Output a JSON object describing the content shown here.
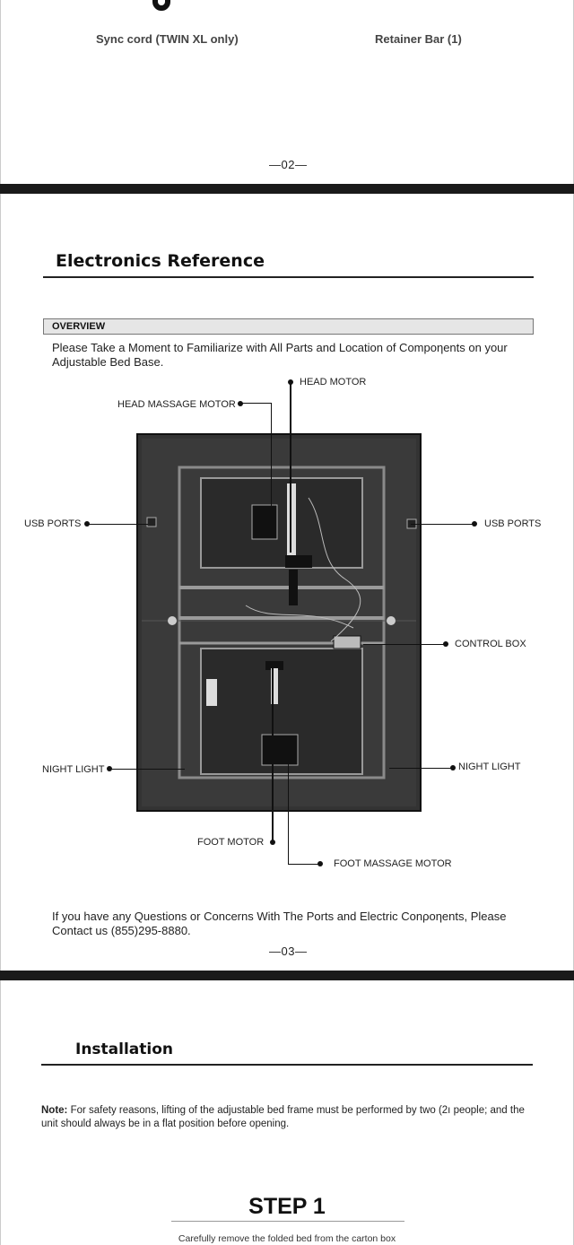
{
  "parts": {
    "sync_cord_label": "Sync cord (TWIN XL only)",
    "retainer_bar_label": "Retainer Bar (1)"
  },
  "page_numbers": {
    "p02": "—02—",
    "p03": "—03—"
  },
  "electronics": {
    "title": "Electronics Reference",
    "overview_label": "OVERVIEW",
    "intro_line1": "Please Take a Moment to Familiarize with All Parts and Location of Compoηents on your",
    "intro_line2": "Adjustable Bed Base.",
    "callouts": {
      "head_motor": "HEAD MOTOR",
      "head_massage_motor": "HEAD MASSAGE MOTOR",
      "usb_ports_left": "USB PORTS",
      "usb_ports_right": "USB PORTS",
      "control_box": "CONTROL BOX",
      "night_light_left": "NIGHT LIGHT",
      "night_light_right": "NIGHT LIGHT",
      "foot_motor": "FOOT MOTOR",
      "foot_massage_motor": "FOOT MASSAGE MOTOR"
    },
    "contact_line1": "If you have any Questions or Concerns With The Ports and Electric Conρoηents, Please",
    "contact_line2": "Contact us (855)295-8880."
  },
  "installation": {
    "title": "Installation",
    "note_label": "Note:",
    "note_text": " For safety reasons, lifting of the adjustable bed frame must be performed by two (2ı people; and the unit should always be in a flat position before opening.",
    "step_title": "STEP 1",
    "step_desc": "Carefully remove the folded bed from the carton box"
  },
  "colors": {
    "band": "#1a1a1a",
    "overview_fill": "#e6e6e6",
    "frame_dark": "#333333"
  }
}
